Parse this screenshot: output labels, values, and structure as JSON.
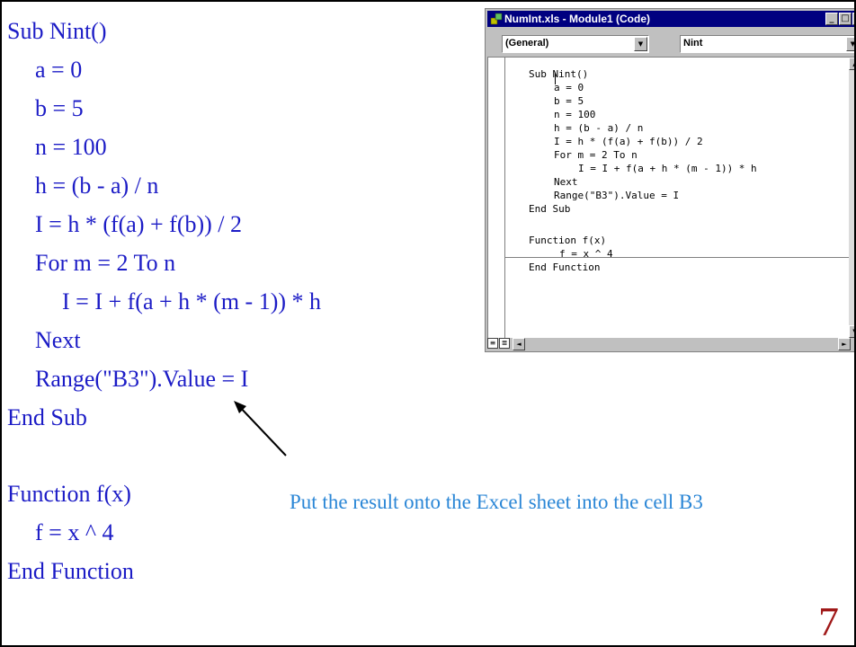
{
  "slide": {
    "code_lines": [
      "Sub Nint()",
      "a = 0",
      "b = 5",
      "n = 100",
      "h = (b - a) / n",
      "I = h * (f(a) + f(b)) / 2",
      "For m = 2 To n",
      "I = I + f(a + h * (m - 1)) * h",
      "Next",
      "Range(\"B3\").Value = I",
      "End Sub",
      "Function f(x)",
      "f = x ^ 4",
      "End Function"
    ],
    "annotation": "Put the result onto the Excel sheet into the cell B3",
    "slide_number": "7"
  },
  "vba_editor": {
    "title": "NumInt.xls - Module1 (Code)",
    "object_combo": "(General)",
    "procedure_combo": "Nint",
    "code_lines": [
      "Sub Nint()",
      "a = 0",
      "b = 5",
      "n = 100",
      "h = (b - a) / n",
      "I = h * (f(a) + f(b)) / 2",
      "For m = 2 To n",
      "I = I + f(a + h * (m - 1)) * h",
      "Next",
      "Range(\"B3\").Value = I",
      "End Sub",
      "Function f(x)",
      "f = x ^ 4",
      "End Function"
    ]
  },
  "colors": {
    "code": "#1c1cc6",
    "annotation": "#2a86d6",
    "slide_number": "#a01919",
    "titlebar": "#000080"
  }
}
